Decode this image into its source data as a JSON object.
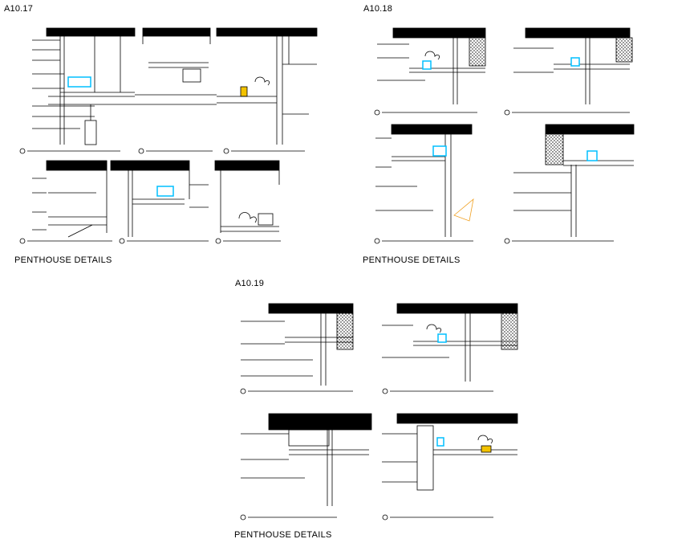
{
  "sheets": [
    {
      "code": "A10.17",
      "title": "PENTHOUSE DETAILS"
    },
    {
      "code": "A10.18",
      "title": "PENTHOUSE DETAILS"
    },
    {
      "code": "A10.19",
      "title": "PENTHOUSE DETAILS"
    }
  ],
  "colors": {
    "ink": "#000000",
    "paper": "#ffffff",
    "highlight_cyan": "#00bfff",
    "highlight_yellow": "#f2c200",
    "highlight_orange": "#f0a020"
  }
}
